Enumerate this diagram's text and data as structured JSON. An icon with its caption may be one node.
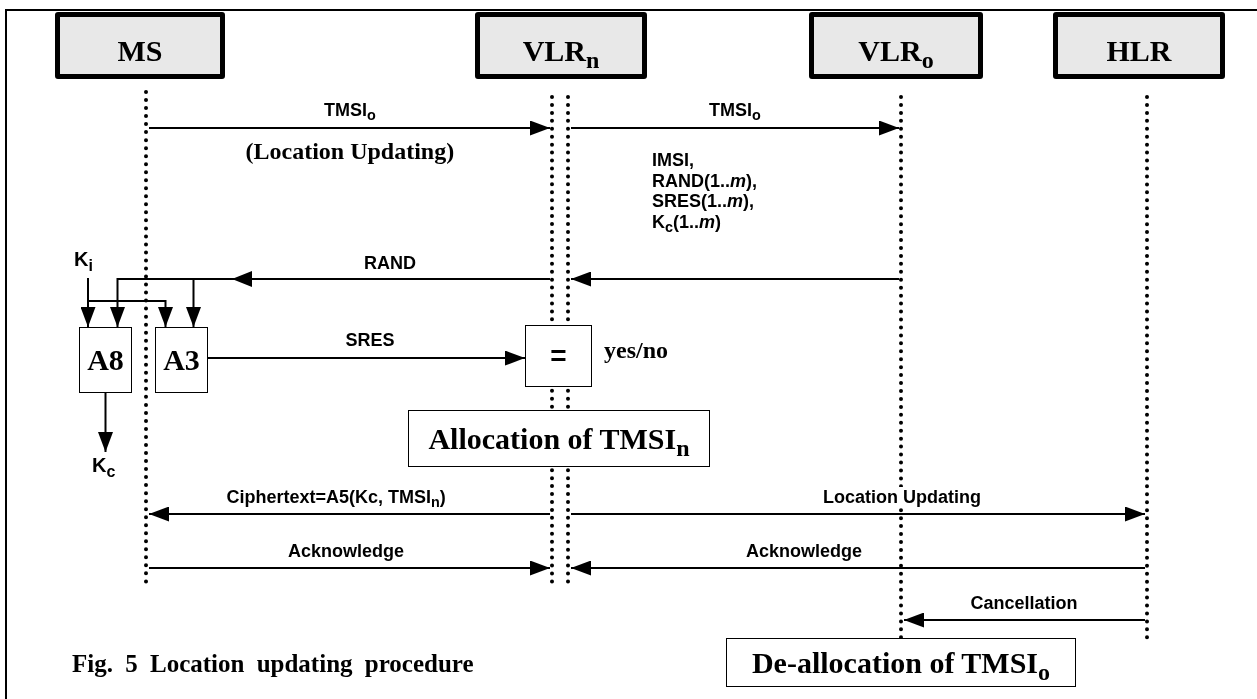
{
  "diagram": {
    "caption": "Fig. 5 Location updating procedure",
    "nodes": [
      {
        "text": [
          "MS"
        ]
      },
      {
        "text": [
          "VLR$_{n}$"
        ]
      },
      {
        "text": [
          "VLR$_{o}$"
        ]
      },
      {
        "text": [
          "HLR"
        ]
      },
      {
        "text": [],
        "shape": "line"
      },
      {
        "text": [],
        "shape": "line"
      },
      {
        "text": [],
        "shape": "line"
      },
      {
        "text": [],
        "shape": "line"
      },
      {
        "text": [],
        "shape": "line"
      },
      {
        "text": [
          "K$_{i}$"
        ]
      },
      {
        "text": [
          "A8"
        ]
      },
      {
        "text": [
          "A3"
        ]
      },
      {
        "text": [
          "="
        ],
        "beside": [
          "yes/no"
        ]
      },
      {
        "text": [
          "K$_{c}$"
        ]
      },
      {
        "text": [
          "Allocation of TMSI$_{n}$"
        ]
      },
      {
        "text": [
          "De-allocation of TMSI$_{o}$"
        ]
      }
    ],
    "edges": [
      {
        "from": 4,
        "to": 5,
        "arrow": "to",
        "label": "TMSI$_{o}$"
      },
      {
        "from": 6,
        "to": 7,
        "arrow": "to",
        "label": "TMSI$_{o}$"
      },
      {
        "from": 7,
        "to": 6,
        "arrow": "to",
        "label": "IMSI, RAND(1..*m*), SRES(1..*m*), K$_{c}$(1..*m*)"
      },
      {
        "from": 5,
        "to": 10,
        "arrow": "to",
        "label": "RAND"
      },
      {
        "from": 5,
        "to": 11,
        "arrow": "to"
      },
      {
        "from": 9,
        "to": 10,
        "arrow": "to"
      },
      {
        "from": 9,
        "to": 11,
        "arrow": "to"
      },
      {
        "from": 11,
        "to": 12,
        "arrow": "to",
        "label": "SRES"
      },
      {
        "from": 10,
        "to": 13,
        "arrow": "to"
      },
      {
        "from": 5,
        "to": 4,
        "arrow": "to",
        "label": "Ciphertext=A5(Kc, TMSI$_{n}$)"
      },
      {
        "from": 6,
        "to": 8,
        "arrow": "to",
        "label": "Location Updating"
      },
      {
        "from": 4,
        "to": 5,
        "arrow": "to",
        "label": "Acknowledge"
      },
      {
        "from": 8,
        "to": 6,
        "arrow": "to",
        "label": "Acknowledge"
      },
      {
        "from": 8,
        "to": 7,
        "arrow": "to",
        "label": "Cancellation"
      }
    ],
    "labels": [
      "(Location Updating)"
    ]
  }
}
